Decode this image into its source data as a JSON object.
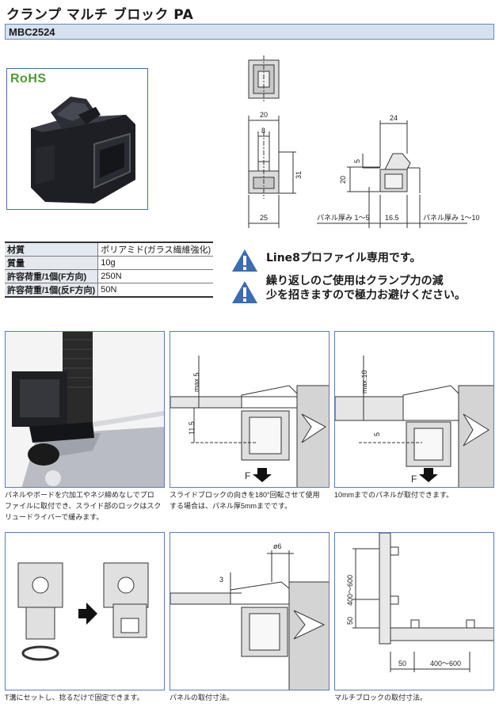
{
  "header": {
    "title": "クランプ マルチ ブロック PA",
    "model": "MBC2524"
  },
  "product": {
    "badge": "RoHS"
  },
  "drawing": {
    "dims": {
      "d20": "20",
      "d8": "8",
      "d31": "31",
      "d25": "25",
      "d24": "24",
      "d5": "5",
      "d20b": "20",
      "d16_5": "16.5",
      "panel_left": "パネル厚み 1～5",
      "panel_right": "パネル厚み 1～10"
    }
  },
  "specs": {
    "rows": [
      {
        "label": "材質",
        "value": "ポリアミド(ガラス繊維強化)"
      },
      {
        "label": "質量",
        "value": "10g"
      },
      {
        "label": "許容荷重/1個(F方向)",
        "value": "250N"
      },
      {
        "label": "許容荷重/1個(反F方向)",
        "value": "50N"
      }
    ]
  },
  "warnings": {
    "line1": "Line8プロファイル専用です。",
    "line2a": "繰り返しのご使用はクランプ力の減",
    "line2b": "少を招きますので極力お避けください。"
  },
  "panels": {
    "p1": {
      "caption1": "パネルやボードを穴加工やネジ締めなしでプロ",
      "caption2": "ファイルに取付でき、スライド部のロックはスク",
      "caption3": "リュードライバーで緩みます。"
    },
    "p2": {
      "max": "max.5",
      "dim": "11.5",
      "force": "F",
      "caption1": "スライドブロックの向きを180°回転させて使用",
      "caption2": "する場合は、パネル厚5mmまでです。"
    },
    "p3": {
      "max": "max.10",
      "dim": "5",
      "force": "F",
      "caption1": "10mmまでのパネルが取付できます。"
    },
    "p4": {
      "caption1": "T溝にセットし、捻るだけで固定できます。"
    },
    "p5": {
      "dim_phi": "ø6",
      "dim_3": "3",
      "caption1": "パネルの取付寸法。"
    },
    "p6": {
      "dim_range_v": "400～600",
      "dim_50v": "50",
      "dim_50h": "50",
      "dim_range_h": "400～600",
      "caption1": "マルチブロックの取付寸法。"
    }
  },
  "colors": {
    "accent_blue": "#5b7bb3",
    "rohs_green": "#4f9a34",
    "warning_blue": "#3a6db3",
    "part_gray": "#d8d8d8"
  }
}
